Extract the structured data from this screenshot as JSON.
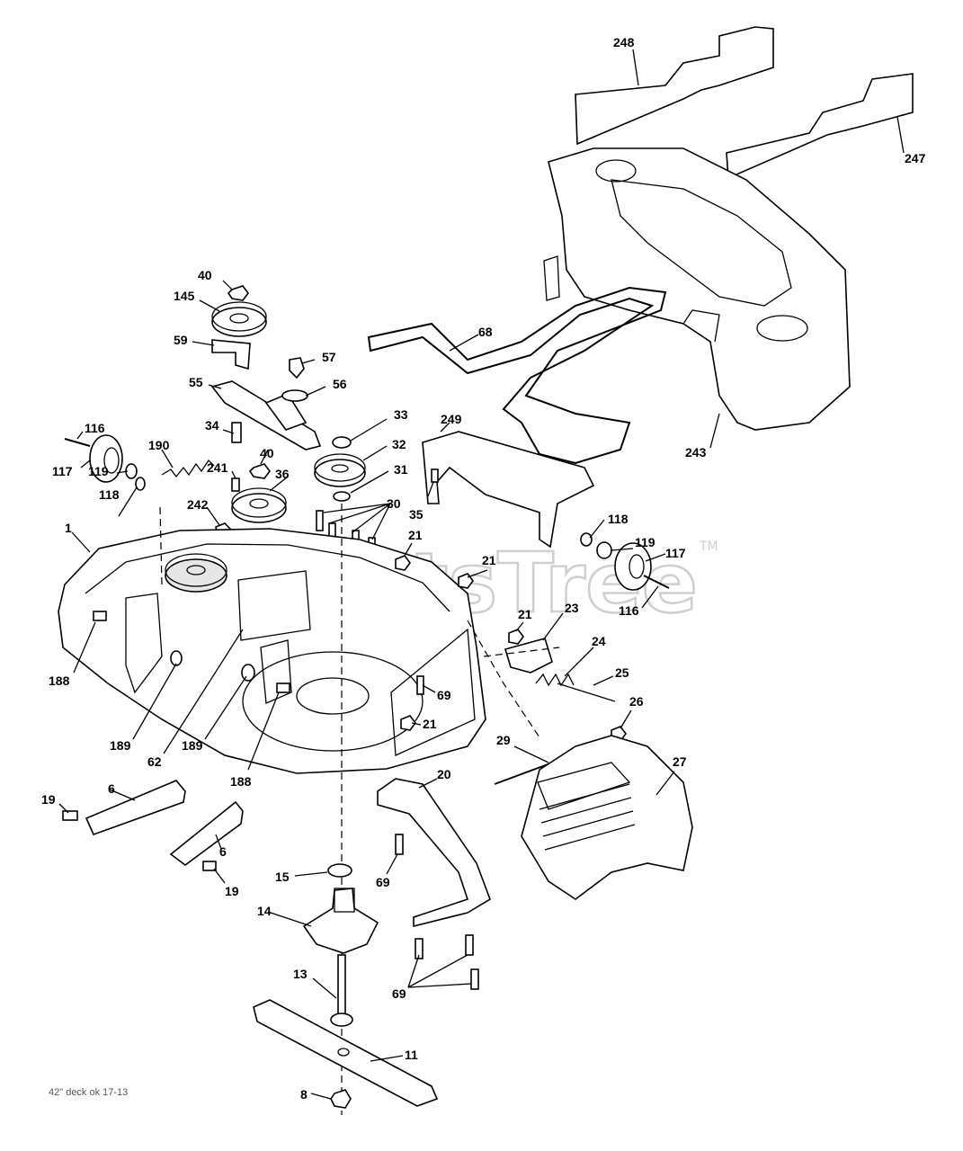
{
  "diagram": {
    "watermark": "PartsTree",
    "trademark": "TM",
    "drawing_code": "42\" deck ok 17-13",
    "callouts": [
      {
        "id": "c248",
        "text": "248"
      },
      {
        "id": "c247",
        "text": "247"
      },
      {
        "id": "c40a",
        "text": "40"
      },
      {
        "id": "c145",
        "text": "145"
      },
      {
        "id": "c59",
        "text": "59"
      },
      {
        "id": "c57",
        "text": "57"
      },
      {
        "id": "c68",
        "text": "68"
      },
      {
        "id": "c55",
        "text": "55"
      },
      {
        "id": "c56",
        "text": "56"
      },
      {
        "id": "c116a",
        "text": "116"
      },
      {
        "id": "c34",
        "text": "34"
      },
      {
        "id": "c33",
        "text": "33"
      },
      {
        "id": "c249",
        "text": "249"
      },
      {
        "id": "c243",
        "text": "243"
      },
      {
        "id": "c190",
        "text": "190"
      },
      {
        "id": "c40b",
        "text": "40"
      },
      {
        "id": "c32",
        "text": "32"
      },
      {
        "id": "c117a",
        "text": "117"
      },
      {
        "id": "c241",
        "text": "241"
      },
      {
        "id": "c36",
        "text": "36"
      },
      {
        "id": "c31",
        "text": "31"
      },
      {
        "id": "c119a",
        "text": "119"
      },
      {
        "id": "c35",
        "text": "35"
      },
      {
        "id": "c118a",
        "text": "118"
      },
      {
        "id": "c242",
        "text": "242"
      },
      {
        "id": "c30",
        "text": "30"
      },
      {
        "id": "c1",
        "text": "1"
      },
      {
        "id": "c118b",
        "text": "118"
      },
      {
        "id": "c21a",
        "text": "21"
      },
      {
        "id": "c119b",
        "text": "119"
      },
      {
        "id": "c117b",
        "text": "117"
      },
      {
        "id": "c21b",
        "text": "21"
      },
      {
        "id": "c116b",
        "text": "116"
      },
      {
        "id": "c21c",
        "text": "21"
      },
      {
        "id": "c23",
        "text": "23"
      },
      {
        "id": "c24",
        "text": "24"
      },
      {
        "id": "c188a",
        "text": "188"
      },
      {
        "id": "c25",
        "text": "25"
      },
      {
        "id": "c69a",
        "text": "69"
      },
      {
        "id": "c189a",
        "text": "189"
      },
      {
        "id": "c26",
        "text": "26"
      },
      {
        "id": "c62",
        "text": "62"
      },
      {
        "id": "c21d",
        "text": "21"
      },
      {
        "id": "c189b",
        "text": "189"
      },
      {
        "id": "c29",
        "text": "29"
      },
      {
        "id": "c27",
        "text": "27"
      },
      {
        "id": "c188b",
        "text": "188"
      },
      {
        "id": "c20",
        "text": "20"
      },
      {
        "id": "c6a",
        "text": "6"
      },
      {
        "id": "c19a",
        "text": "19"
      },
      {
        "id": "c6b",
        "text": "6"
      },
      {
        "id": "c15",
        "text": "15"
      },
      {
        "id": "c69b",
        "text": "69"
      },
      {
        "id": "c19b",
        "text": "19"
      },
      {
        "id": "c14",
        "text": "14"
      },
      {
        "id": "c13",
        "text": "13"
      },
      {
        "id": "c69c",
        "text": "69"
      },
      {
        "id": "c11",
        "text": "11"
      },
      {
        "id": "c8",
        "text": "8"
      }
    ]
  }
}
